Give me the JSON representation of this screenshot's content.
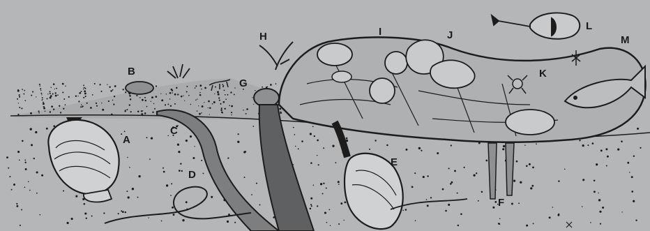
{
  "diagram": {
    "background_color": "#b4b6b8",
    "ink_color": "#1c1c1c",
    "labels": {
      "A": "A",
      "B": "B",
      "C": "C",
      "D": "D",
      "E": "E",
      "F": "F",
      "G": "G",
      "H": "H",
      "I": "I",
      "J": "J",
      "K": "K",
      "L": "L",
      "M": "M"
    }
  }
}
